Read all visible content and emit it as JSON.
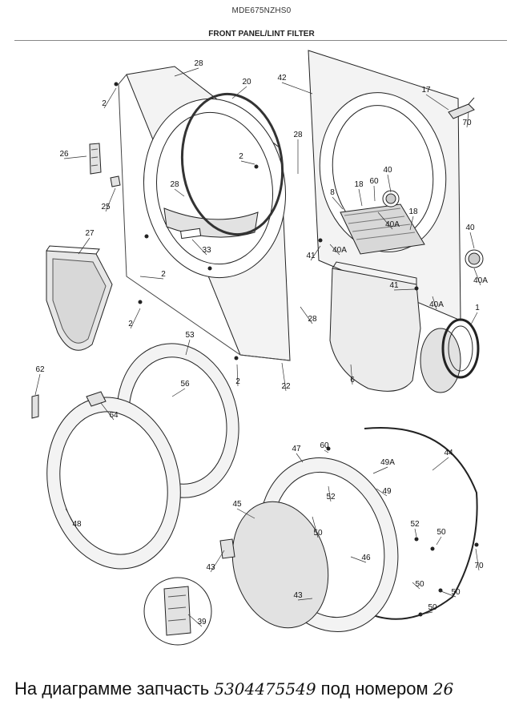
{
  "header": {
    "model": "MDE675NZHS0",
    "section_title": "FRONT PANEL/LINT FILTER"
  },
  "callouts": [
    "28",
    "20",
    "42",
    "17",
    "70",
    "2",
    "26",
    "28",
    "2",
    "40",
    "60",
    "8",
    "18",
    "25",
    "28",
    "40A",
    "18",
    "27",
    "33",
    "41",
    "40A",
    "40",
    "2",
    "40A",
    "41",
    "2",
    "40A",
    "1",
    "28",
    "53",
    "62",
    "2",
    "22",
    "6",
    "56",
    "64",
    "60",
    "47",
    "44",
    "49A",
    "52",
    "49",
    "45",
    "50",
    "52",
    "50",
    "48",
    "46",
    "43",
    "70",
    "43",
    "50",
    "50",
    "50",
    "39"
  ],
  "caption": {
    "prefix": "На диаграмме запчасть",
    "part_number": "5304475549",
    "middle": "под номером",
    "callout": "26"
  },
  "colors": {
    "line": "#222222",
    "panel_fill": "#f3f3f3",
    "shadow_fill": "#e2e2e2",
    "screen_fill": "#e6e6e6"
  }
}
